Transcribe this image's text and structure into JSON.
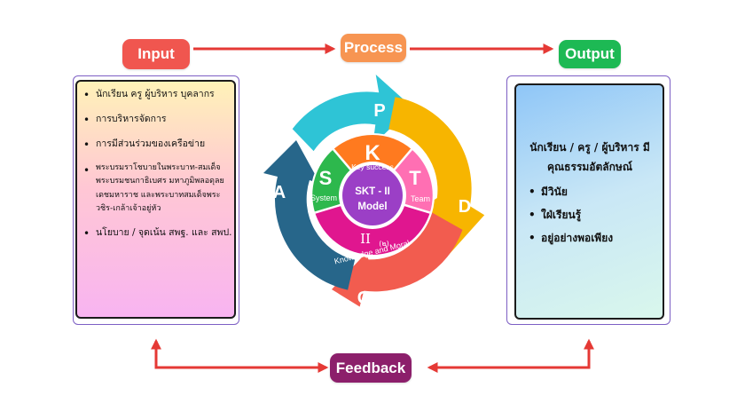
{
  "labels": {
    "input": "Input",
    "process": "Process",
    "output": "Output",
    "feedback": "Feedback"
  },
  "input_items": [
    "นักเรียน ครู ผู้บริหาร บุคลากร",
    "การบริหารจัดการ",
    "การมีส่วนร่วมของเครือข่าย",
    "พระบรมราโชบายในพระบาท-สมเด็จพระบรมชนกาธิเบศร มหาภูมิพลอดุลยเดชมหาราช และพระบาทสมเด็จพระวชิร-เกล้าเจ้าอยู่หัว",
    "นโยบาย / จุดเน้น สพฐ. และ สพป."
  ],
  "output": {
    "title": "นักเรียน / ครู / ผู้บริหาร มีคุณธรรมอัตลักษณ์",
    "items": [
      "มีวินัย",
      "ใฝ่เรียนรู้",
      "อยู่อย่างพอเพียง"
    ]
  },
  "cycle": {
    "p": "P",
    "d": "D",
    "c": "C",
    "a": "A"
  },
  "wheel": {
    "k_letter": "K",
    "k_text": "Key success",
    "s_letter": "S",
    "s_text": "System",
    "t_letter": "T",
    "t_text": "Team",
    "ii_letter": "II",
    "ii_sub": "(๒)",
    "ii_text": "Knowledge and Moral",
    "center_line1": "SKT - II",
    "center_line2": "Model"
  },
  "colors": {
    "input_pill": "#f0564f",
    "process_pill": "#f79552",
    "output_pill": "#1db954",
    "feedback_pill": "#8c1f6b",
    "flow_arrow": "#e53935",
    "cycle_p": "#2ec4d6",
    "cycle_d": "#f7b500",
    "cycle_c": "#f25c4f",
    "cycle_a": "#27668a",
    "seg_k": "#ff7a1f",
    "seg_s": "#2db84d",
    "seg_t": "#ff6fb3",
    "seg_ii": "#e0168f",
    "center": "#9b3fc6"
  }
}
